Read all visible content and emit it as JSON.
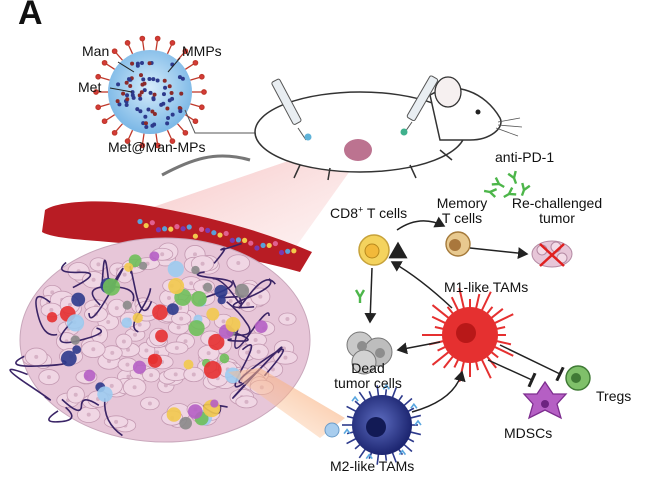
{
  "panel_letter": "A",
  "labels": {
    "man": "Man",
    "mmps": "MMPs",
    "met": "Met",
    "nanoparticle": "Met@Man-MPs",
    "anti_pd1": "anti-PD-1",
    "cd8_main": "CD8",
    "cd8_sup": "+",
    "cd8_tail": " T cells",
    "memory_line1": "Memory",
    "memory_line2": "T cells",
    "rechallenged_line1": "Re-challenged",
    "rechallenged_line2": "tumor",
    "m1_tams": "M1-like TAMs",
    "dead_line1": "Dead",
    "dead_line2": "tumor cells",
    "tregs": "Tregs",
    "mdscs": "MDSCs",
    "m2_tams": "M2-like TAMs"
  },
  "colors": {
    "nanoparticle": "#8fc3ea",
    "m1": "#e53030",
    "m2": "#2d3a8c",
    "vessel": "#b81c24",
    "tumor": "#e7c6d8",
    "tdc": "#6a2a7a"
  }
}
